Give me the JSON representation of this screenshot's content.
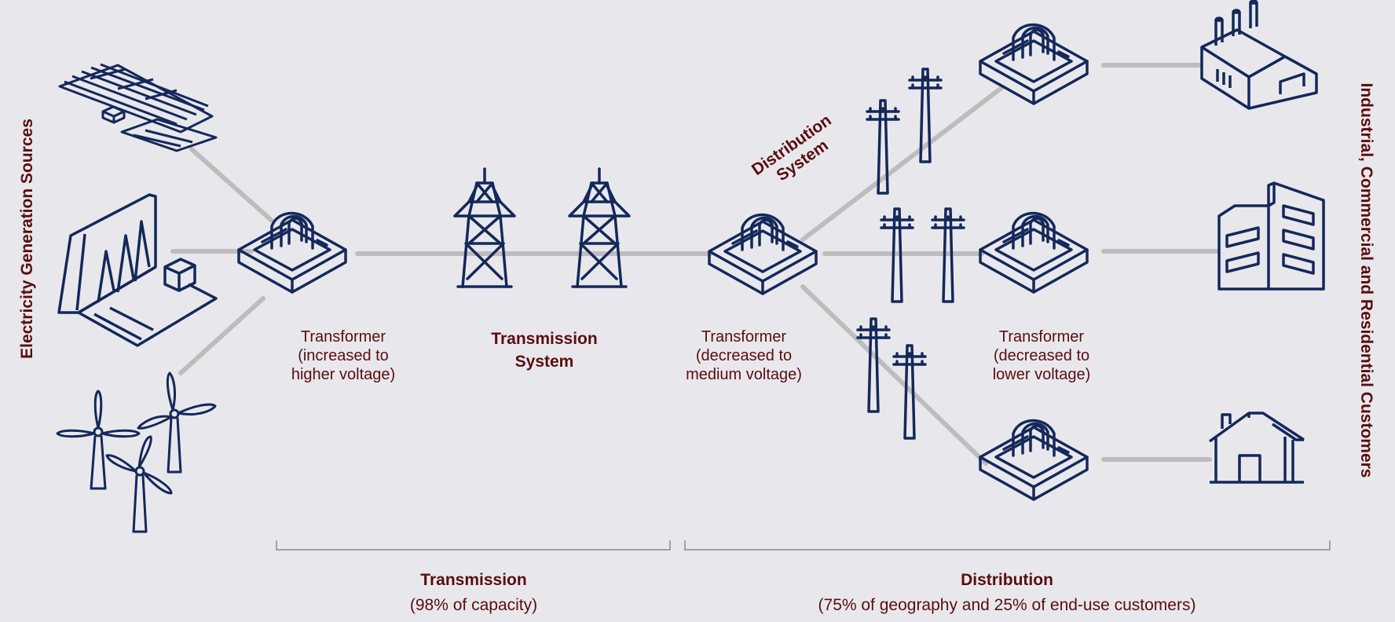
{
  "left_title": "Electricity Generation Sources",
  "right_title": "Industrial, Commercial and Residential Customers",
  "labels": {
    "transformer_up": [
      "Transformer",
      "(increased to",
      "higher voltage)"
    ],
    "transmission_system": [
      "Transmission",
      "System"
    ],
    "transformer_medium": [
      "Transformer",
      "(decreased to",
      "medium voltage)"
    ],
    "distribution_system": [
      "Distribution",
      "System"
    ],
    "transformer_low": [
      "Transformer",
      "(decreased to",
      "lower voltage)"
    ]
  },
  "sections": {
    "transmission": {
      "title": "Transmission",
      "subtitle": "(98% of capacity)"
    },
    "distribution": {
      "title": "Distribution",
      "subtitle": "(75% of geography and 25% of end-use customers)"
    }
  },
  "icons": [
    "solar-farm-icon",
    "hydro-dam-icon",
    "wind-turbines-icon",
    "substation-icon",
    "transmission-tower-icon",
    "utility-pole-icon",
    "factory-icon",
    "office-building-icon",
    "house-icon"
  ],
  "colors": {
    "background": "#e8e8ec",
    "icon": "#14285a",
    "text": "#5a0d10",
    "line": "#bdbdbd"
  }
}
